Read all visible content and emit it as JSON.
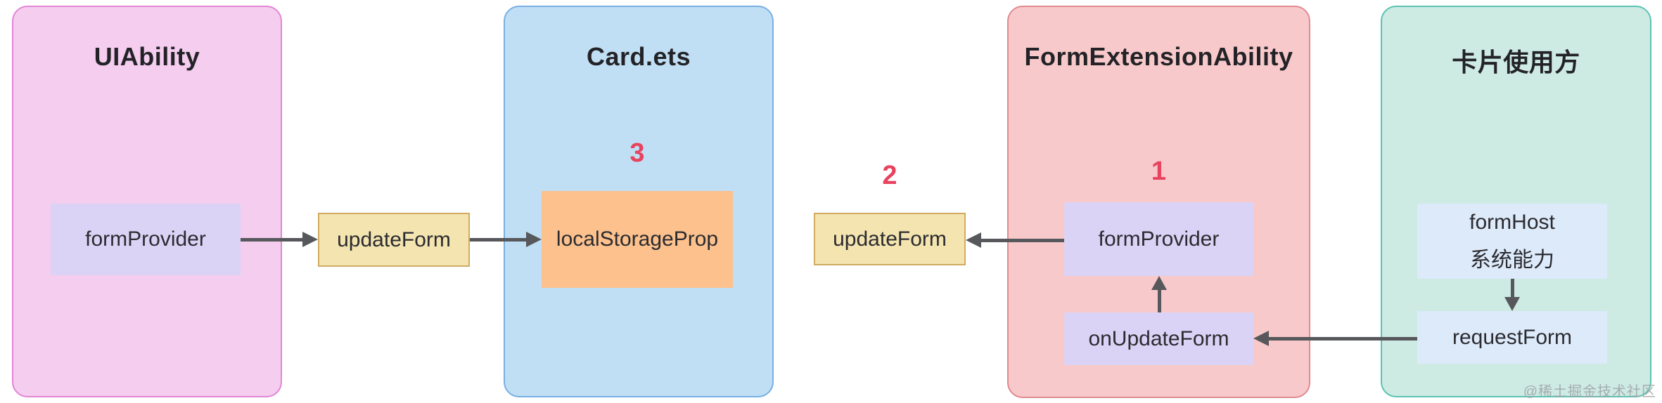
{
  "panels": {
    "uiability": {
      "title": "UIAbility"
    },
    "card": {
      "title": "Card.ets"
    },
    "form_extension": {
      "title": "FormExtensionAbility"
    },
    "card_consumer": {
      "title": "卡片使用方"
    }
  },
  "nodes": {
    "form_provider_ui": {
      "label": "formProvider"
    },
    "update_form_left": {
      "label": "updateForm"
    },
    "local_storage_prop": {
      "label": "localStorageProp"
    },
    "update_form_right": {
      "label": "updateForm"
    },
    "form_provider_ext": {
      "label": "formProvider"
    },
    "on_update_form": {
      "label": "onUpdateForm"
    },
    "form_host": {
      "label_line1": "formHost",
      "label_line2": "系统能力"
    },
    "request_form": {
      "label": "requestForm"
    }
  },
  "steps": {
    "one": "1",
    "two": "2",
    "three": "3"
  },
  "watermark": "@稀土掘金技术社区",
  "colors": {
    "panel_uiability_fill": "#f4cdef",
    "panel_uiability_border": "#e286d6",
    "panel_card_fill": "#c1dff4",
    "panel_card_border": "#76b0e3",
    "panel_form_extension_fill": "#f8c9cb",
    "panel_form_extension_border": "#e18a90",
    "panel_card_consumer_fill": "#cdeae3",
    "panel_card_consumer_border": "#5ac3b1",
    "node_lavender": "#dbd3f5",
    "node_yellow_fill": "#f4e4b0",
    "node_yellow_border": "#d0ab60",
    "node_orange": "#fcc18d",
    "node_lightblue": "#ddeafa",
    "arrow": "#57585c",
    "step_number": "#e8435e",
    "title_text": "#232327",
    "label_text": "#2b2b30"
  }
}
